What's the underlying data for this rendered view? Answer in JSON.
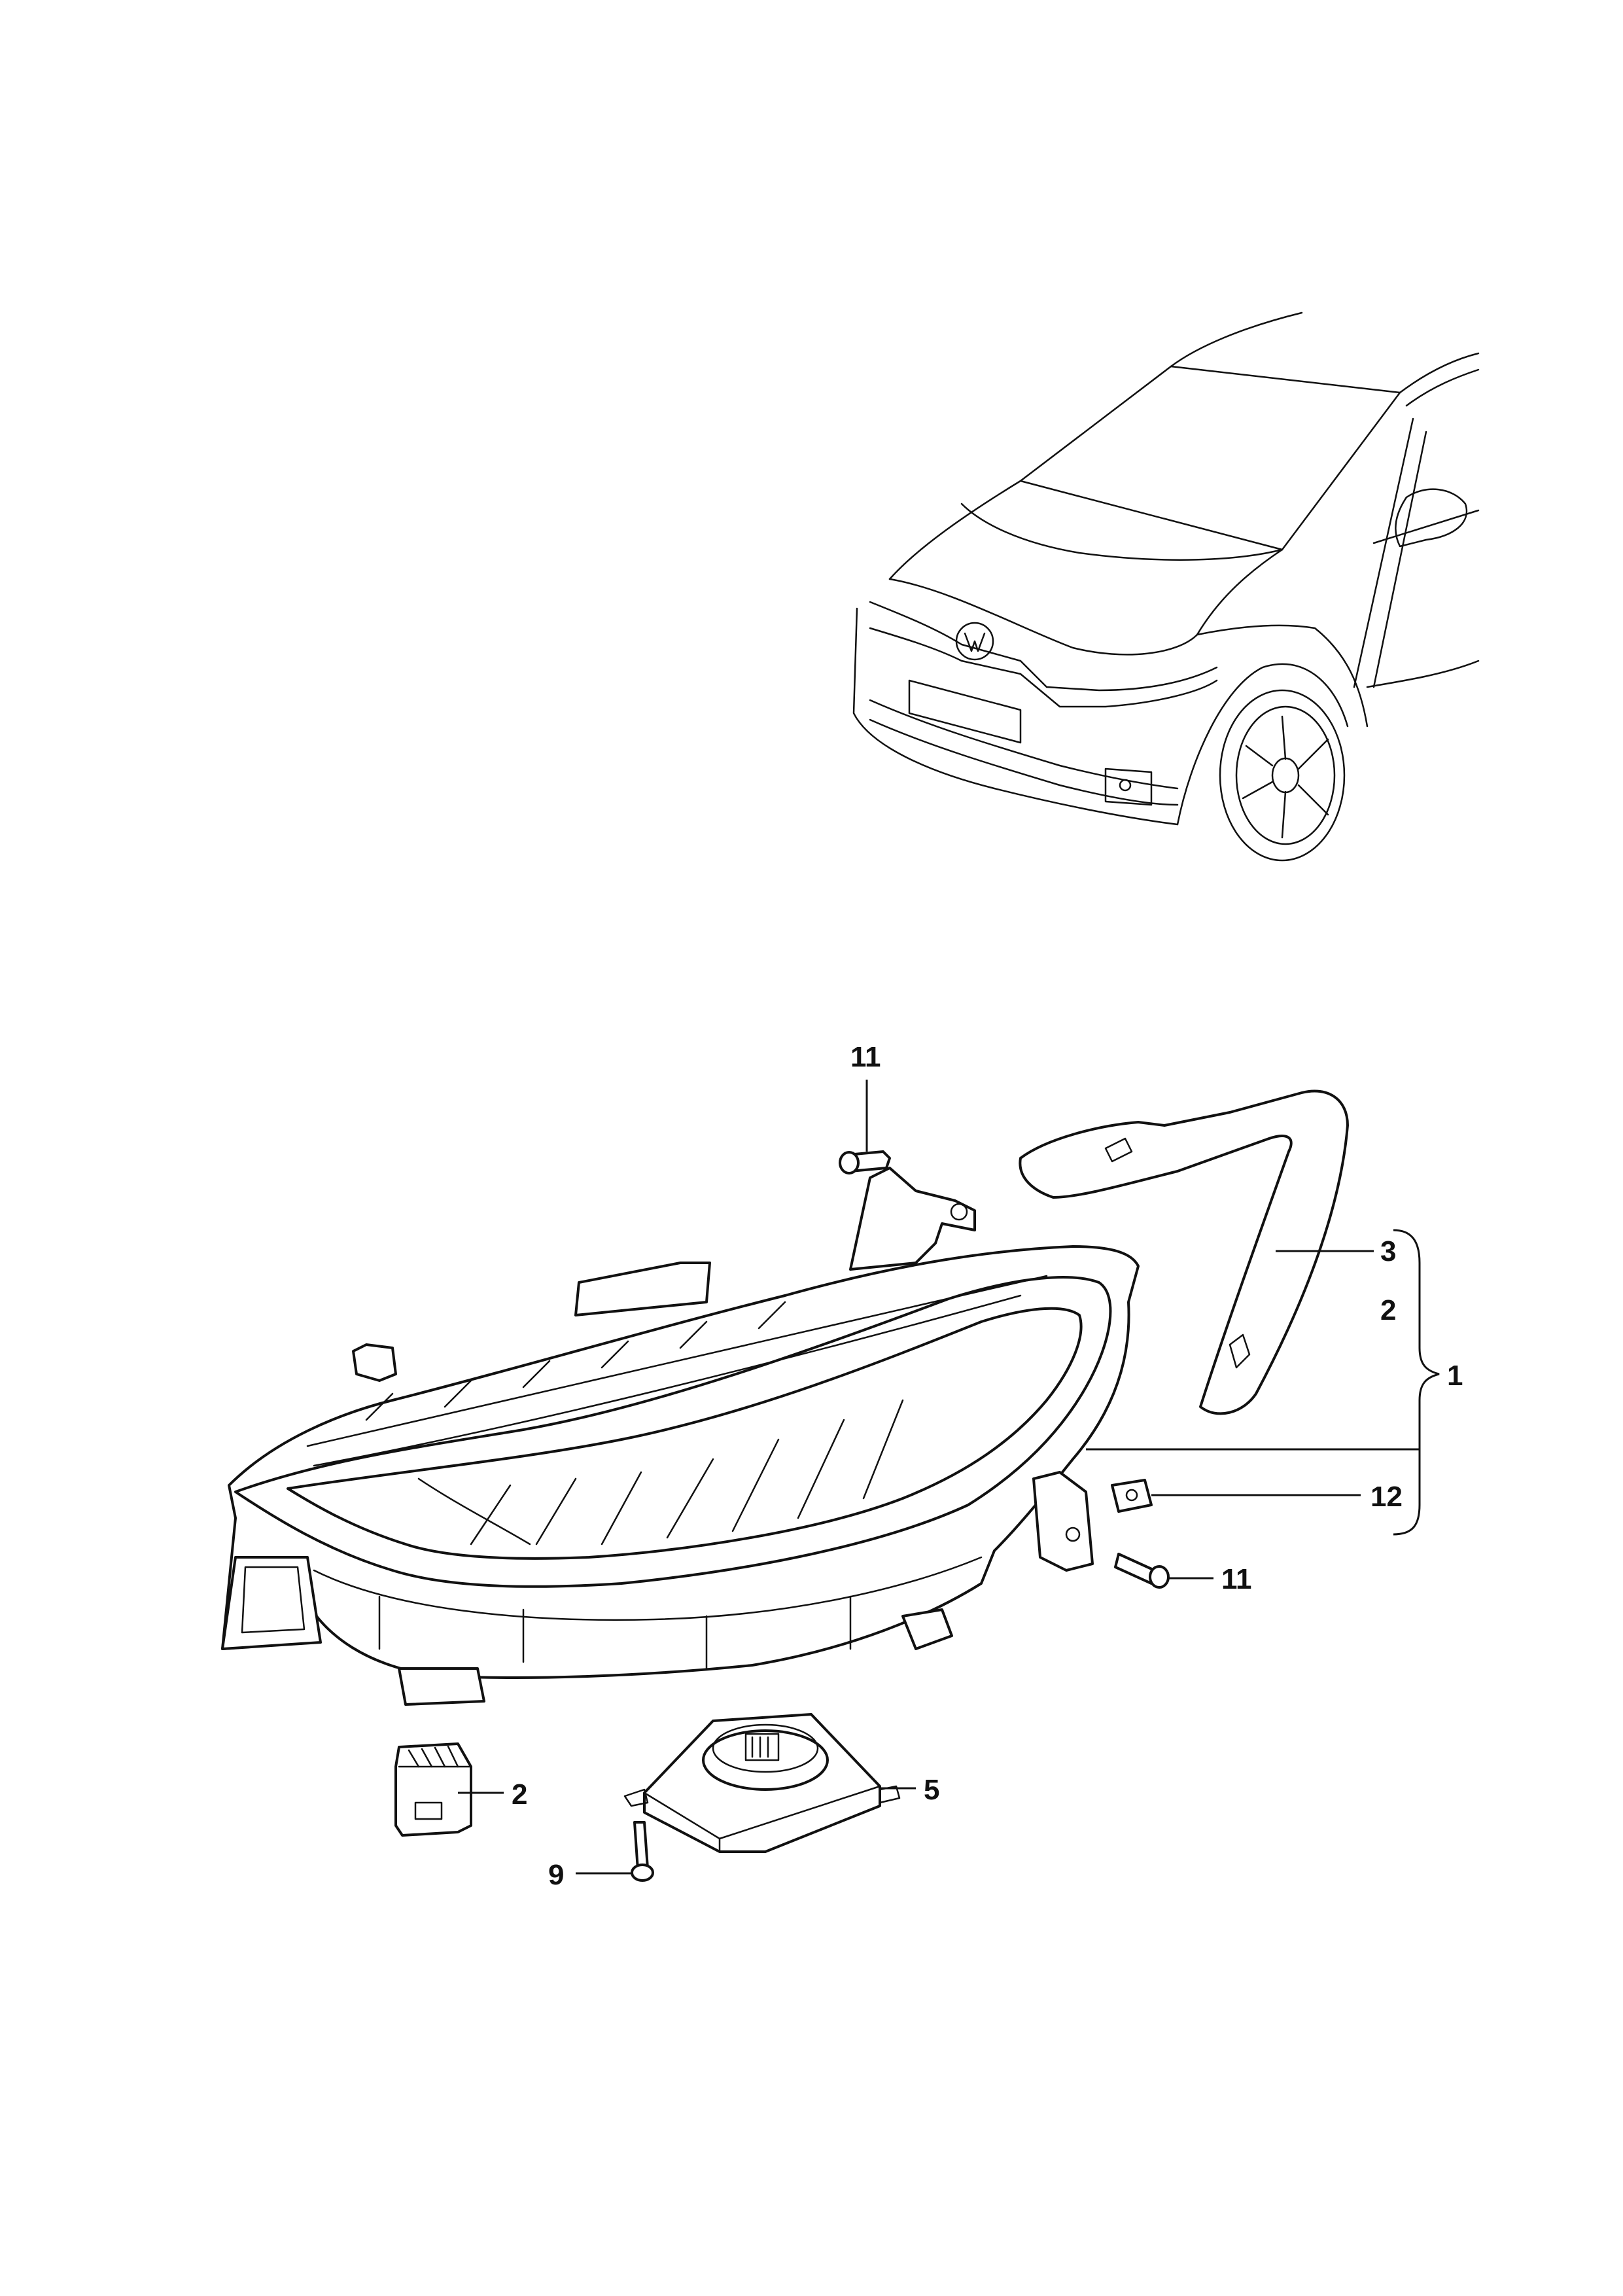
{
  "callouts": {
    "c11_top": "11",
    "c3": "3",
    "c2_right": "2",
    "c1": "1",
    "c12": "12",
    "c11_right": "11",
    "c2_bottom": "2",
    "c5": "5",
    "c9": "9"
  }
}
